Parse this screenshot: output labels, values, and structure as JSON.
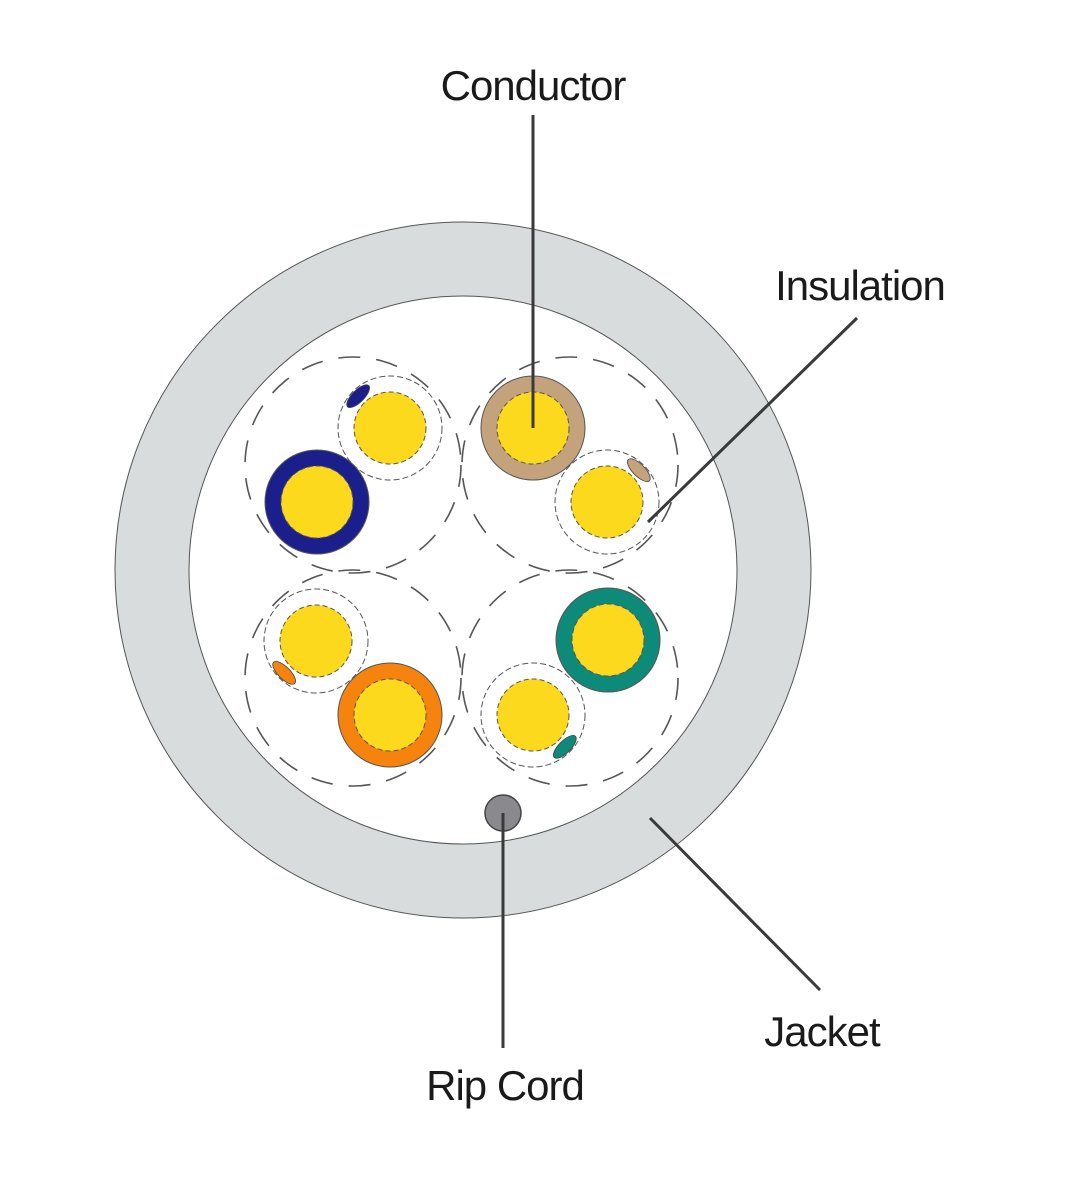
{
  "labels": {
    "conductor": "Conductor",
    "insulation": "Insulation",
    "jacket": "Jacket",
    "rip_cord": "Rip Cord"
  },
  "colors": {
    "jacket": "#d8dcdc",
    "conductor": "#fdd91e",
    "blue": "#1a1f8c",
    "brown": "#c4a27b",
    "green": "#0e8a78",
    "orange": "#f7830f",
    "rip_cord": "#8a8a8e"
  },
  "wires": [
    {
      "name": "white-blue",
      "solid": false,
      "color": "blue"
    },
    {
      "name": "blue",
      "solid": true,
      "color": "blue"
    },
    {
      "name": "brown",
      "solid": true,
      "color": "brown"
    },
    {
      "name": "white-brown",
      "solid": false,
      "color": "brown"
    },
    {
      "name": "white-orange",
      "solid": false,
      "color": "orange"
    },
    {
      "name": "orange",
      "solid": true,
      "color": "orange"
    },
    {
      "name": "green",
      "solid": true,
      "color": "green"
    },
    {
      "name": "white-green",
      "solid": false,
      "color": "green"
    }
  ]
}
